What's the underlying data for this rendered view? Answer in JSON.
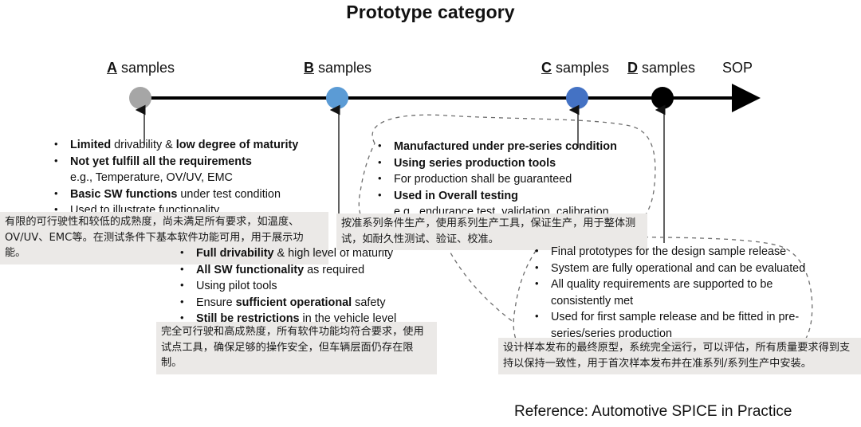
{
  "title": "Prototype category",
  "timeline": {
    "milestones": [
      {
        "id": "a",
        "letter": "A",
        "word": "samples",
        "color": "#a6a6a6"
      },
      {
        "id": "b",
        "letter": "B",
        "word": "samples",
        "color": "#5b9bd5"
      },
      {
        "id": "c",
        "letter": "C",
        "word": "samples",
        "color": "#4472c4"
      },
      {
        "id": "d",
        "letter": "D",
        "word": "samples",
        "color": "#000000"
      }
    ],
    "sop_label": "SOP",
    "axis_color": "#000000"
  },
  "blocks": {
    "a_samples": {
      "items": [
        {
          "bulleted": true,
          "parts": [
            {
              "t": "Limited",
              "b": true
            },
            {
              "t": " drivability & ",
              "b": false
            },
            {
              "t": "low degree of maturity",
              "b": true
            }
          ]
        },
        {
          "bulleted": true,
          "parts": [
            {
              "t": "Not yet fulfill all the requirements",
              "b": true
            }
          ]
        },
        {
          "bulleted": false,
          "parts": [
            {
              "t": "e.g., Temperature, OV/UV, EMC",
              "b": false
            }
          ]
        },
        {
          "bulleted": true,
          "parts": [
            {
              "t": "Basic SW functions",
              "b": true
            },
            {
              "t": " under test condition",
              "b": false
            }
          ]
        },
        {
          "bulleted": true,
          "parts": [
            {
              "t": "Used to illustrate functionality",
              "b": false
            }
          ]
        }
      ],
      "cn": "有限的可行驶性和较低的成熟度，尚未满足所有要求，如温度、OV/UV、EMC等。在测试条件下基本软件功能可用，用于展示功能。"
    },
    "b_samples": {
      "items": [
        {
          "bulleted": true,
          "parts": [
            {
              "t": "Full drivability",
              "b": true
            },
            {
              "t": " & high level of maturity",
              "b": false
            }
          ]
        },
        {
          "bulleted": true,
          "parts": [
            {
              "t": "All SW functionality",
              "b": true
            },
            {
              "t": " as required",
              "b": false
            }
          ]
        },
        {
          "bulleted": true,
          "parts": [
            {
              "t": "Using pilot tools",
              "b": false
            }
          ]
        },
        {
          "bulleted": true,
          "parts": [
            {
              "t": "Ensure ",
              "b": false
            },
            {
              "t": "sufficient operational",
              "b": true
            },
            {
              "t": " safety",
              "b": false
            }
          ]
        },
        {
          "bulleted": true,
          "parts": [
            {
              "t": "Still be restrictions",
              "b": true
            },
            {
              "t": " in the vehicle level",
              "b": false
            }
          ]
        }
      ],
      "cn": "完全可行驶和高成熟度，所有软件功能均符合要求，使用试点工具，确保足够的操作安全，但车辆层面仍存在限制。"
    },
    "c_samples": {
      "items": [
        {
          "bulleted": true,
          "parts": [
            {
              "t": "Manufactured under pre-series condition",
              "b": true
            }
          ]
        },
        {
          "bulleted": true,
          "parts": [
            {
              "t": "Using series production tools",
              "b": true
            }
          ]
        },
        {
          "bulleted": true,
          "parts": [
            {
              "t": "For production shall be guaranteed",
              "b": false
            }
          ]
        },
        {
          "bulleted": true,
          "parts": [
            {
              "t": "Used in Overall testing",
              "b": true
            }
          ]
        },
        {
          "bulleted": false,
          "parts": [
            {
              "t": "e.g., endurance test, validation, calibration",
              "b": false
            }
          ]
        }
      ],
      "cn": "按准系列条件生产，使用系列生产工具，保证生产，用于整体测试，如耐久性测试、验证、校准。"
    },
    "d_samples": {
      "items": [
        {
          "bulleted": true,
          "parts": [
            {
              "t": "Final prototypes for the design sample release",
              "b": false
            }
          ]
        },
        {
          "bulleted": true,
          "parts": [
            {
              "t": "System are fully operational and can be evaluated",
              "b": false
            }
          ]
        },
        {
          "bulleted": true,
          "parts": [
            {
              "t": "All quality requirements are supported to be consistently met",
              "b": false
            }
          ]
        },
        {
          "bulleted": true,
          "parts": [
            {
              "t": "Used for first sample release and be fitted in pre-series/series production",
              "b": false
            }
          ]
        }
      ],
      "cn": "设计样本发布的最终原型，系统完全运行，可以评估，所有质量要求得到支持以保持一致性，用于首次样本发布并在准系列/系列生产中安装。"
    }
  },
  "reference": "Reference: Automotive SPICE in Practice"
}
